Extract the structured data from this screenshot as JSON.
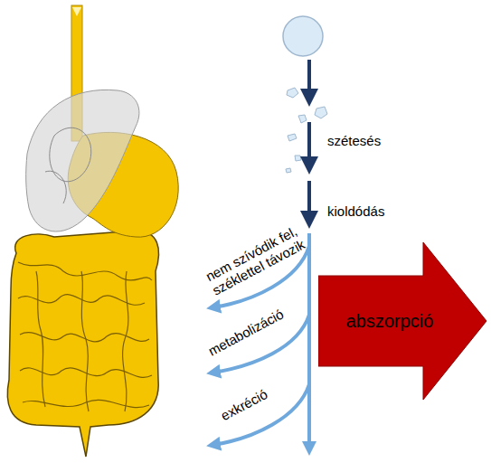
{
  "diagram": {
    "nodes": [
      {
        "text": [
          "abszorpció"
        ]
      }
    ],
    "labels": [
      "szétesés",
      "kioldódás",
      "nem szívódik fel, széklettel távozik",
      "metabolizáció",
      "exkréció"
    ]
  }
}
